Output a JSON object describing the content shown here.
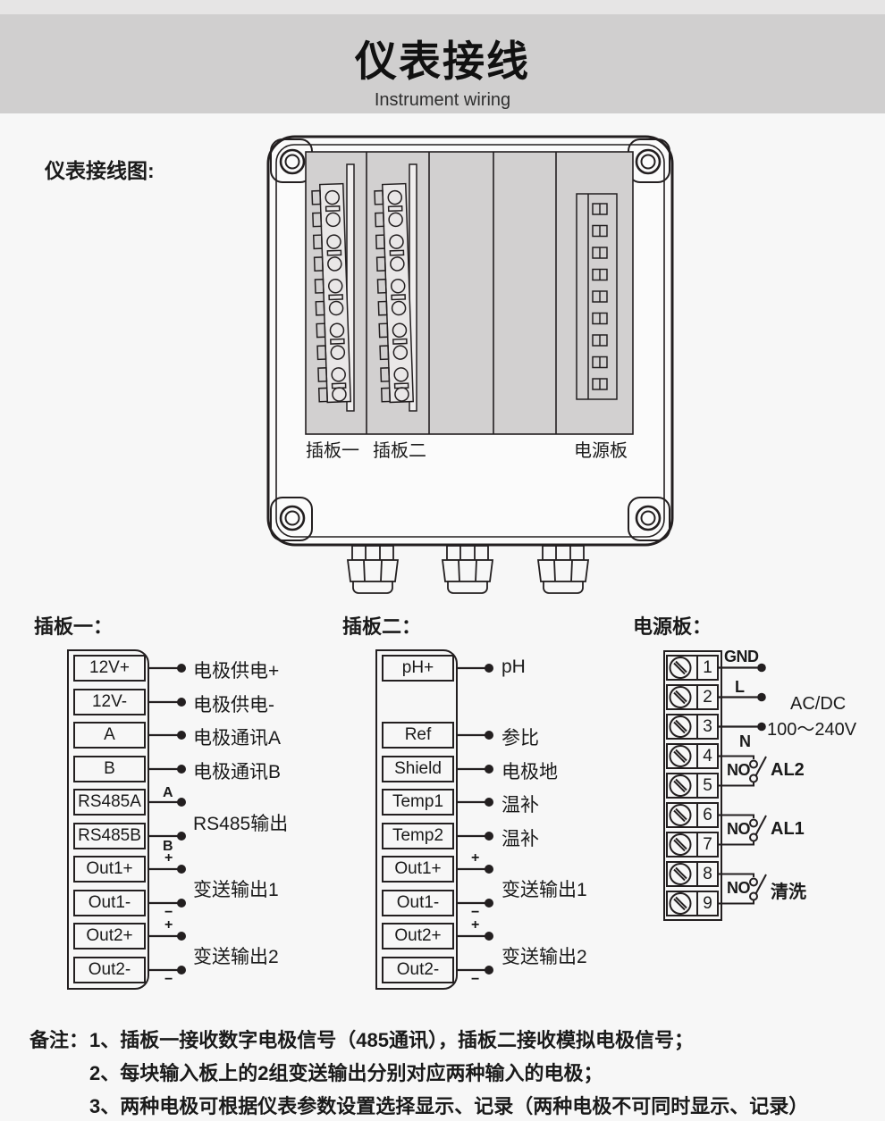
{
  "header": {
    "title": "仪表接线",
    "subtitle": "Instrument wiring"
  },
  "diagram": {
    "caption": "仪表接线图:",
    "board_labels": [
      "插板一",
      "插板二",
      "电源板"
    ]
  },
  "board1": {
    "title": "插板一：",
    "terminals": [
      "12V+",
      "12V-",
      "A",
      "B",
      "RS485A",
      "RS485B",
      "Out1+",
      "Out1-",
      "Out2+",
      "Out2-"
    ],
    "annotations": [
      "电极供电+",
      "电极供电-",
      "电极通讯A",
      "电极通讯B",
      "RS485输出",
      "变送输出1",
      "变送输出2"
    ],
    "marks": [
      "A",
      "B",
      "+",
      "−",
      "+",
      "−"
    ]
  },
  "board2": {
    "title": "插板二：",
    "terminals": [
      "pH+",
      "Ref",
      "Shield",
      "Temp1",
      "Temp2",
      "Out1+",
      "Out1-",
      "Out2+",
      "Out2-"
    ],
    "annotations": [
      "pH",
      "参比",
      "电极地",
      "温补",
      "温补",
      "变送输出1",
      "变送输出2"
    ],
    "marks": [
      "+",
      "−",
      "+",
      "−"
    ]
  },
  "power": {
    "title": "电源板：",
    "numbers": [
      "1",
      "2",
      "3",
      "4",
      "5",
      "6",
      "7",
      "8",
      "9"
    ],
    "wire_labels": {
      "gnd": "GND",
      "l": "L",
      "n": "N",
      "acdc": "AC/DC",
      "voltage": "100～240V",
      "no": "NO",
      "al2": "AL2",
      "al1": "AL1",
      "wash": "清洗"
    }
  },
  "notes": {
    "heading": "备注：",
    "items": [
      "1、插板一接收数字电极信号（485通讯），插板二接收模拟电极信号；",
      "2、每块输入板上的2组变送输出分别对应两种输入的电极；",
      "3、两种电极可根据仪表参数设置选择显示、记录（两种电极不可同时显示、记录）"
    ]
  },
  "colors": {
    "line": "#231f20",
    "panel": "#d2d0d0",
    "title_band": "#d0cfcf",
    "background": "#f7f7f7"
  }
}
